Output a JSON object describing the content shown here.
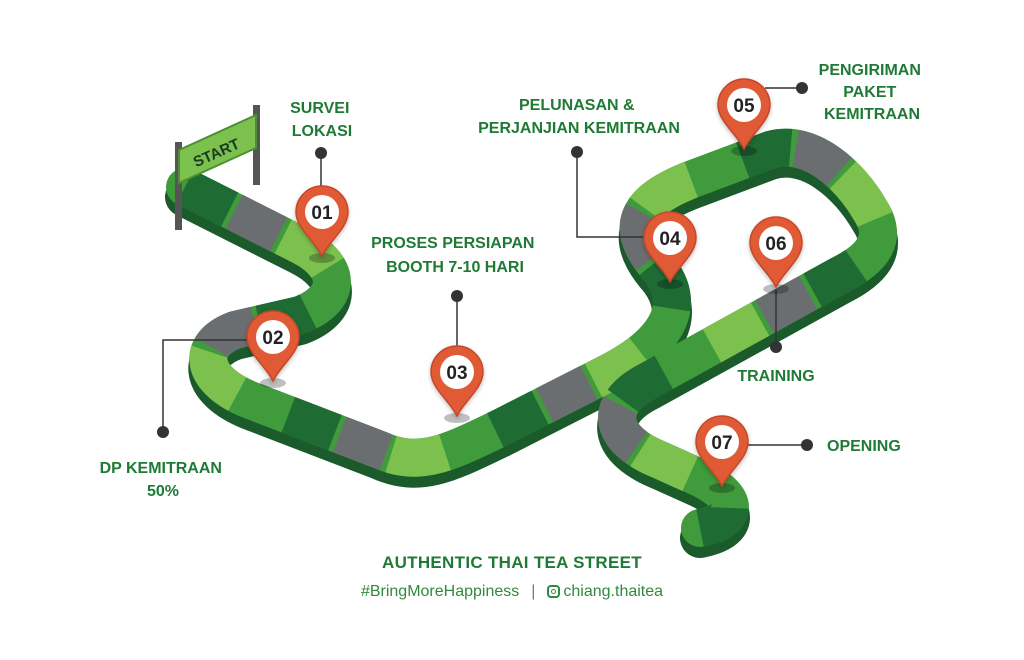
{
  "start_sign": "START",
  "steps": [
    {
      "num": "01",
      "label_lines": [
        "SURVEI",
        "LOKASI"
      ]
    },
    {
      "num": "02",
      "label_lines": [
        "DP KEMITRAAN",
        "50%"
      ]
    },
    {
      "num": "03",
      "label_lines": [
        "PROSES PERSIAPAN",
        "BOOTH 7-10 HARI"
      ]
    },
    {
      "num": "04",
      "label_lines": [
        "PELUNASAN &",
        "PERJANJIAN KEMITRAAN"
      ]
    },
    {
      "num": "05",
      "label_lines": [
        "PENGIRIMAN",
        "PAKET",
        "KEMITRAAN"
      ]
    },
    {
      "num": "06",
      "label_lines": [
        "TRAINING"
      ]
    },
    {
      "num": "07",
      "label_lines": [
        "OPENING"
      ]
    }
  ],
  "footer": {
    "title": "AUTHENTIC THAI TEA STREET",
    "hashtag": "#BringMoreHappiness",
    "separator": "|",
    "instagram": "chiang.thaitea"
  },
  "colors": {
    "road_green": "#3f9b3c",
    "road_light": "#7cc04e",
    "road_dark": "#1e6b34",
    "road_gray": "#6b6e70",
    "road_side": "#1a5a2b",
    "pin": "#e05a34",
    "label": "#1f7a36"
  }
}
